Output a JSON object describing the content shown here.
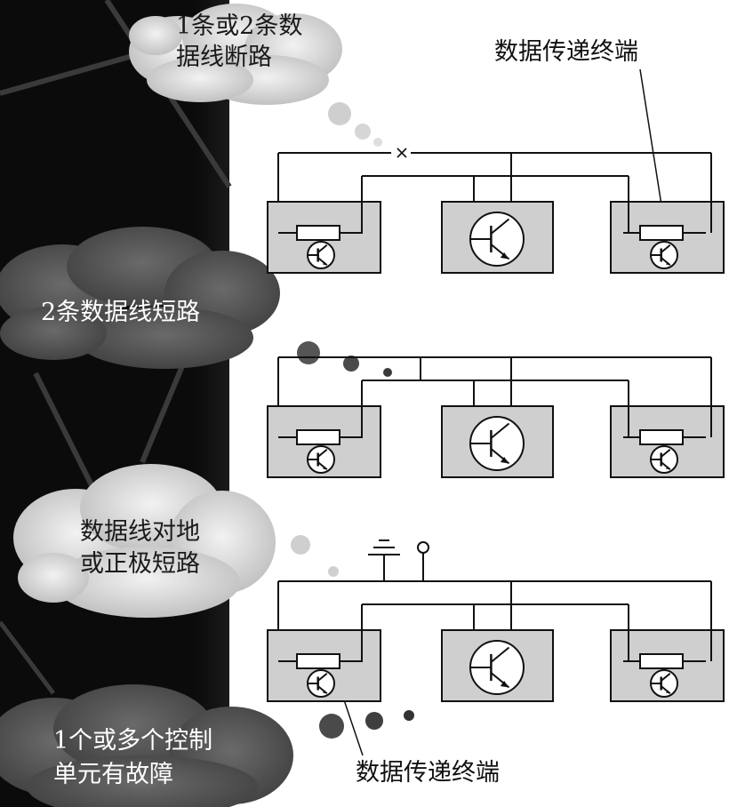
{
  "labels": {
    "top_terminal": "数据传递终端",
    "bottom_terminal": "数据传递终端"
  },
  "clouds": {
    "c1": {
      "line1": "1条或2条数",
      "line2": "据线断路"
    },
    "c2": {
      "line1": "2条数据线短路"
    },
    "c3": {
      "line1": "数据线对地",
      "line2": "或正极短路"
    },
    "c4": {
      "line1": "1个或多个控制",
      "line2": "单元有故障"
    }
  },
  "colors": {
    "background_dark": "#0b0b0b",
    "cloud_light": "#d9d9d9",
    "cloud_dark": "#555555",
    "module_fill": "#cfcfcf",
    "line": "#111111"
  }
}
